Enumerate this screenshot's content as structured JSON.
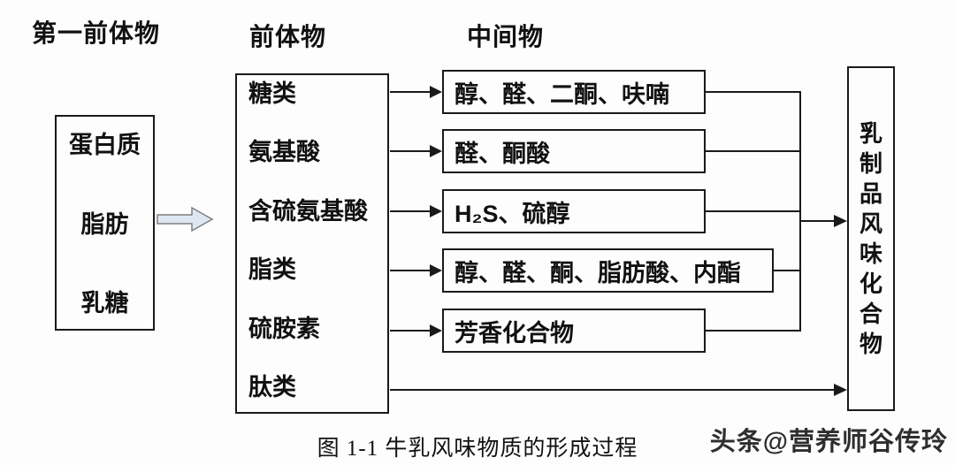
{
  "headers": {
    "first_precursor": "第一前体物",
    "precursor": "前体物",
    "intermediate": "中间物"
  },
  "left_box": {
    "items": [
      "蛋白质",
      "脂肪",
      "乳糖"
    ]
  },
  "middle_box": {
    "items": [
      "糖类",
      "氨基酸",
      "含硫氨基酸",
      "脂类",
      "硫胺素",
      "肽类"
    ]
  },
  "intermediate_boxes": [
    "醇、醛、二酮、呋喃",
    "醛、酮酸",
    "H₂S、硫醇",
    "醇、醛、酮、脂肪酸、内酯",
    "芳香化合物"
  ],
  "right_box": {
    "label": "乳制品风味化合物"
  },
  "caption": "图 1-1 牛乳风味物质的形成过程",
  "watermark": "头条@营养师谷传玲",
  "colors": {
    "line": "#1a1a1a",
    "block_arrow_fill": "#dde7f2",
    "block_arrow_stroke": "#7f7f7f"
  }
}
